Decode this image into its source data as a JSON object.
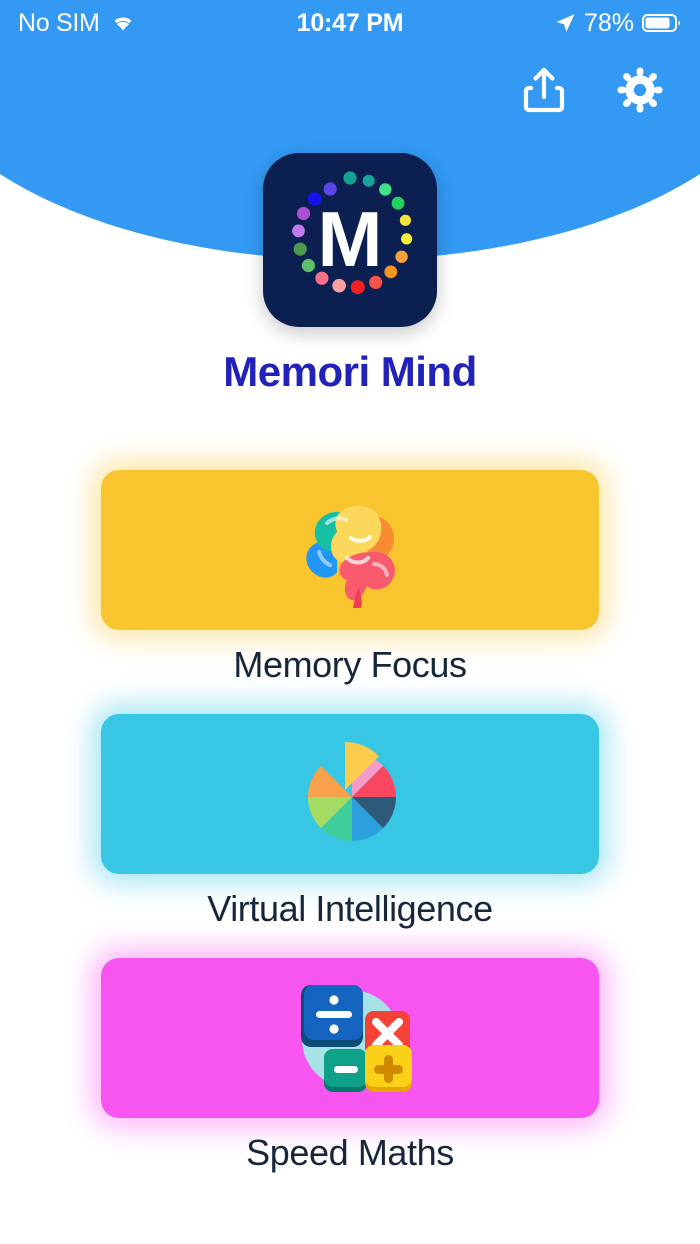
{
  "statusbar": {
    "carrier": "No SIM",
    "wifi_icon": "wifi-icon",
    "time": "10:47 PM",
    "location_icon": "location-arrow-icon",
    "battery_percent": "78%",
    "battery_icon": "battery-icon"
  },
  "header": {
    "background_color": "#3399F3",
    "share_label": "share-icon",
    "settings_label": "settings-gear-icon"
  },
  "app": {
    "icon_name": "memori-mind-app-icon",
    "icon_letter": "M",
    "icon_background": "#0B2051",
    "title": "Memori Mind",
    "title_color": "#2222BB"
  },
  "games": [
    {
      "id": "memory-focus",
      "label": "Memory Focus",
      "card_color": "#F8C52F",
      "icon_name": "brain-icon"
    },
    {
      "id": "virtual-intelligence",
      "label": "Virtual Intelligence",
      "card_color": "#37C6E4",
      "icon_name": "color-wheel-pie-icon"
    },
    {
      "id": "speed-maths",
      "label": "Speed Maths",
      "card_color": "#F755F0",
      "icon_name": "math-operators-icon"
    }
  ],
  "label_color": "#17263B"
}
